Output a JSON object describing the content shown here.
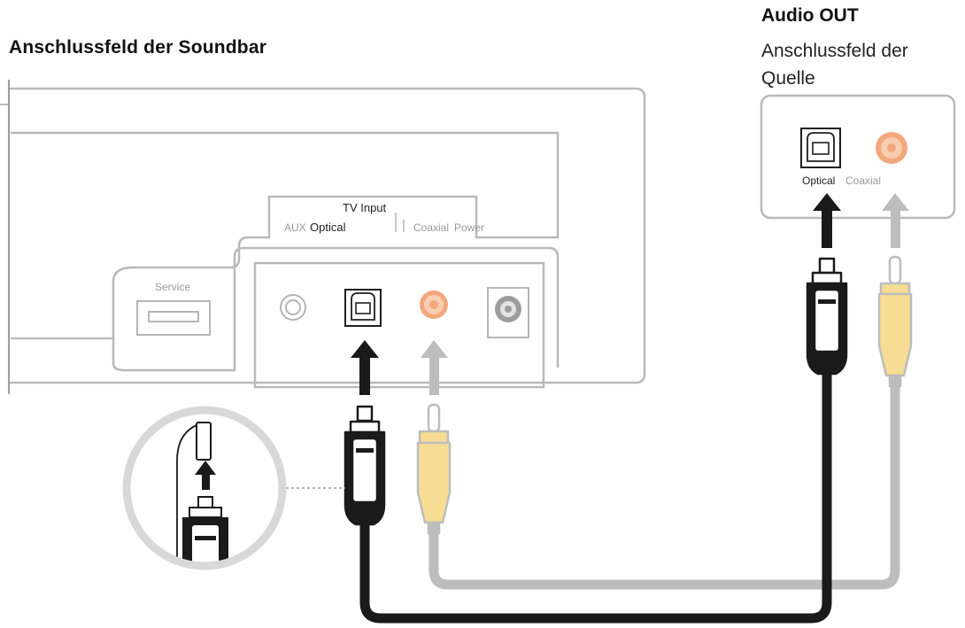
{
  "soundbar_panel": {
    "title": "Anschlussfeld der Soundbar",
    "group_label": "TV Input",
    "port_labels": {
      "aux": "AUX",
      "optical": "Optical",
      "coaxial": "Coaxial",
      "power": "Power",
      "service": "Service"
    }
  },
  "source_panel": {
    "title": "Audio OUT",
    "subtitle": "Anschlussfeld der Quelle",
    "port_labels": {
      "optical": "Optical",
      "coaxial": "Coaxial"
    }
  },
  "colors": {
    "outline": "#b9b9b9",
    "optical_cable": "#1a1a1a",
    "coaxial_cable": "#bdbdbd",
    "coaxial_plug": "#f7dc93",
    "coaxial_port": "#f2a77d",
    "connector_dark": "#222222",
    "inset_circle": "#d8d8d8"
  }
}
